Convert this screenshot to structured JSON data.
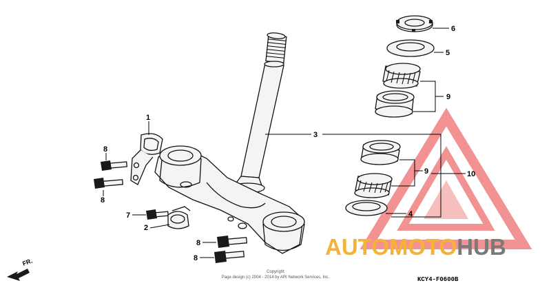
{
  "callouts": {
    "c1": "1",
    "c2": "2",
    "c3": "3",
    "c4": "4",
    "c5": "5",
    "c6": "6",
    "c7": "7",
    "c8a": "8",
    "c8b": "8",
    "c8c": "8",
    "c8d": "8",
    "c9a": "9",
    "c9b": "9",
    "c10": "10"
  },
  "direction_label": "FR.",
  "figure_code": "KCY4-F0600B",
  "copyright": {
    "line1": "Copyright",
    "line2": "Page design (c) 2004 - 2014 by ARI Network Services, Inc."
  },
  "watermark": {
    "part1": "AUTO",
    "part2": "MOTO",
    "part3": "HUB",
    "color_primary": "#f5b236",
    "color_secondary": "#7a7a7a",
    "color_triangle": "#e83a3a"
  }
}
